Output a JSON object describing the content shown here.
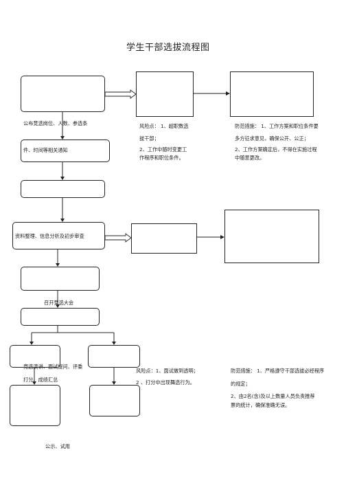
{
  "title": "学生干部选拔流程图",
  "flow": {
    "step1_line1": "公布竞选岗位、人数、参选条",
    "step1_line2": "件、时间等相关通知",
    "step3": "资料整理、信息分析及初步审查",
    "step5": "召开竞选大会",
    "step6_line1": "竞选演讲、面试提问、评委",
    "step6_line2": "打分、成绩汇总",
    "step7": "公示、试用"
  },
  "risk1": {
    "line1": "风险点： 1、超职数选",
    "line2": "拔干部；",
    "line3": "2、工作中随时变更工",
    "line4": "作程序和职位条件。"
  },
  "prevent1": {
    "line1": "防范措施： 1、工作方案和职位条件要",
    "line2": "多方征求意见，确保公开、公正；",
    "line3": "2、工作方案确定后，不得在实施过程",
    "line4": "中随意更改。"
  },
  "risk2": {
    "line1": "风险点：1、面试做到透明；",
    "line2": "2 、打分中出现舞选行为。"
  },
  "prevent2": {
    "line1": "防范措施： 1、严格遵守干部选拔必经程序",
    "line2": "的规定；",
    "line3": "2、由2名(含)及以上数量人员负责推荐",
    "line4": "票的统计，确保准确无误。"
  }
}
